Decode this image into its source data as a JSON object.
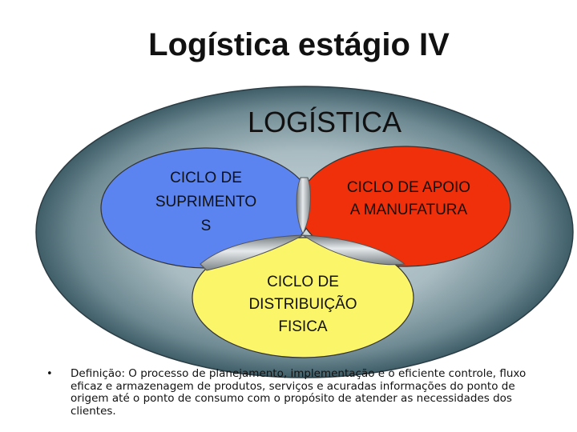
{
  "slide": {
    "title": "Logística estágio IV"
  },
  "diagram": {
    "outer_label": "LOGÍSTICA",
    "circles": {
      "supply": [
        "CICLO DE",
        "SUPRIMENTO",
        "S"
      ],
      "manufacturing": [
        "CICLO DE APOIO",
        "A MANUFATURA"
      ],
      "distribution": [
        "CICLO DE",
        "DISTRIBUIÇÃO",
        "FISICA"
      ]
    },
    "colors": {
      "outer_ring_dark": "#3f5e68",
      "outer_ring_light": "#c9d6da",
      "supply_blue": "#5b84f0",
      "manufacturing_red": "#f0300a",
      "distribution_yellow": "#fbf56a",
      "connector_gray": "#9aa2a6"
    }
  },
  "footer": {
    "bullet_symbol": "•",
    "definition": "Definição: O processo de planejamento, implementação e o eficiente controle, fluxo eficaz e armazenagem de produtos, serviços e acuradas informações do ponto de origem até o ponto de consumo com o propósito de atender as necessidades dos clientes."
  }
}
